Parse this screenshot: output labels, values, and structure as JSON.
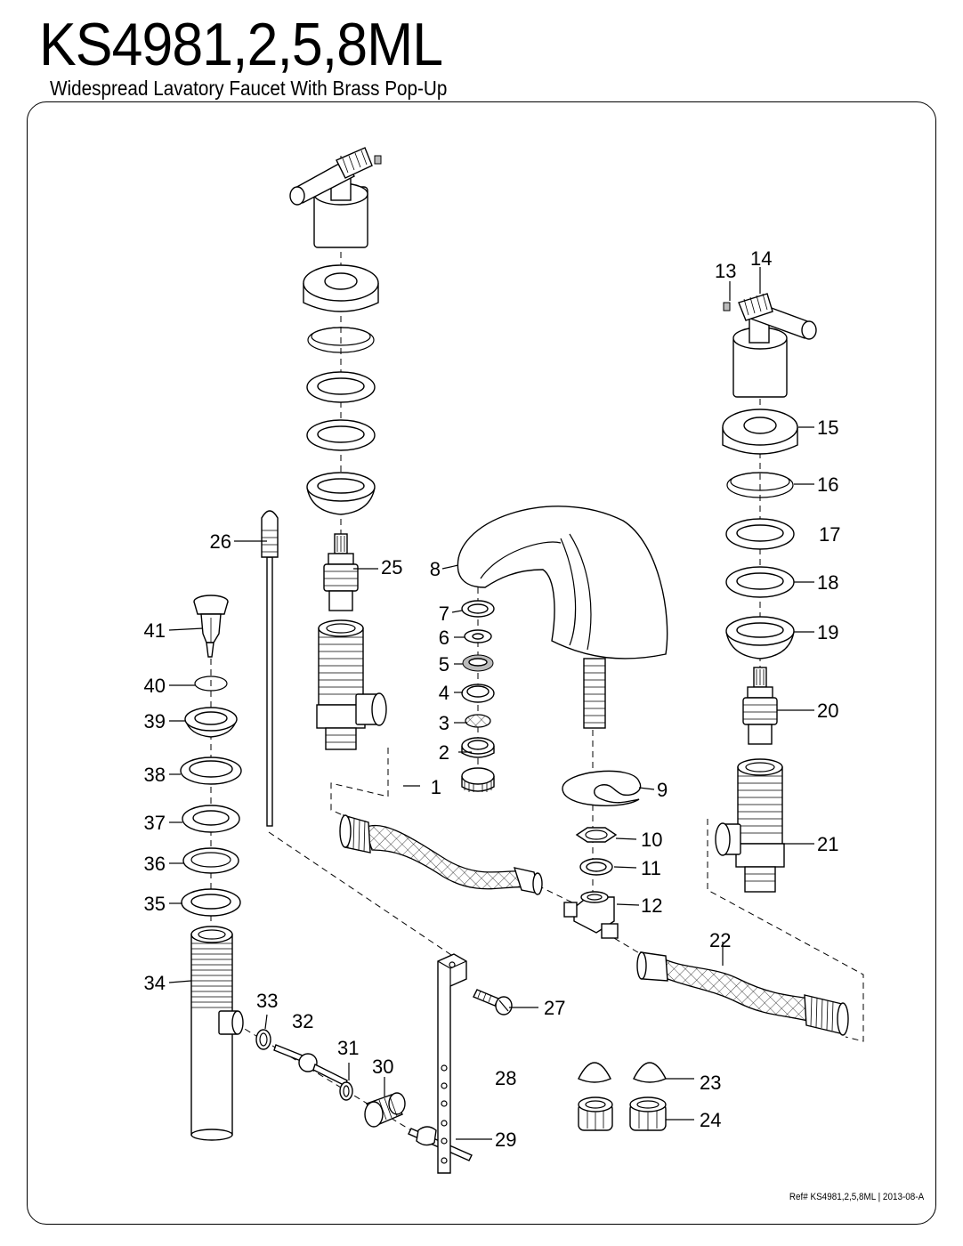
{
  "header": {
    "title": "KS4981,2,5,8ML",
    "subtitle": "Widespread Lavatory Faucet With Brass Pop-Up"
  },
  "footer": {
    "reference": "Ref# KS4981,2,5,8ML | 2013-08-A"
  },
  "callouts": [
    {
      "id": "c1",
      "label": "1"
    },
    {
      "id": "c2",
      "label": "2"
    },
    {
      "id": "c3",
      "label": "3"
    },
    {
      "id": "c4",
      "label": "4"
    },
    {
      "id": "c5",
      "label": "5"
    },
    {
      "id": "c6",
      "label": "6"
    },
    {
      "id": "c7",
      "label": "7"
    },
    {
      "id": "c8",
      "label": "8"
    },
    {
      "id": "c9",
      "label": "9"
    },
    {
      "id": "c10",
      "label": "10"
    },
    {
      "id": "c11",
      "label": "11"
    },
    {
      "id": "c12",
      "label": "12"
    },
    {
      "id": "c13",
      "label": "13"
    },
    {
      "id": "c14",
      "label": "14"
    },
    {
      "id": "c15",
      "label": "15"
    },
    {
      "id": "c16",
      "label": "16"
    },
    {
      "id": "c17",
      "label": "17"
    },
    {
      "id": "c18",
      "label": "18"
    },
    {
      "id": "c19",
      "label": "19"
    },
    {
      "id": "c20",
      "label": "20"
    },
    {
      "id": "c21",
      "label": "21"
    },
    {
      "id": "c22",
      "label": "22"
    },
    {
      "id": "c23",
      "label": "23"
    },
    {
      "id": "c24",
      "label": "24"
    },
    {
      "id": "c25",
      "label": "25"
    },
    {
      "id": "c26",
      "label": "26"
    },
    {
      "id": "c27",
      "label": "27"
    },
    {
      "id": "c28",
      "label": "28"
    },
    {
      "id": "c29",
      "label": "29"
    },
    {
      "id": "c30",
      "label": "30"
    },
    {
      "id": "c31",
      "label": "31"
    },
    {
      "id": "c32",
      "label": "32"
    },
    {
      "id": "c33",
      "label": "33"
    },
    {
      "id": "c34",
      "label": "34"
    },
    {
      "id": "c35",
      "label": "35"
    },
    {
      "id": "c36",
      "label": "36"
    },
    {
      "id": "c37",
      "label": "37"
    },
    {
      "id": "c38",
      "label": "38"
    },
    {
      "id": "c39",
      "label": "39"
    },
    {
      "id": "c40",
      "label": "40"
    },
    {
      "id": "c41",
      "label": "41"
    }
  ]
}
